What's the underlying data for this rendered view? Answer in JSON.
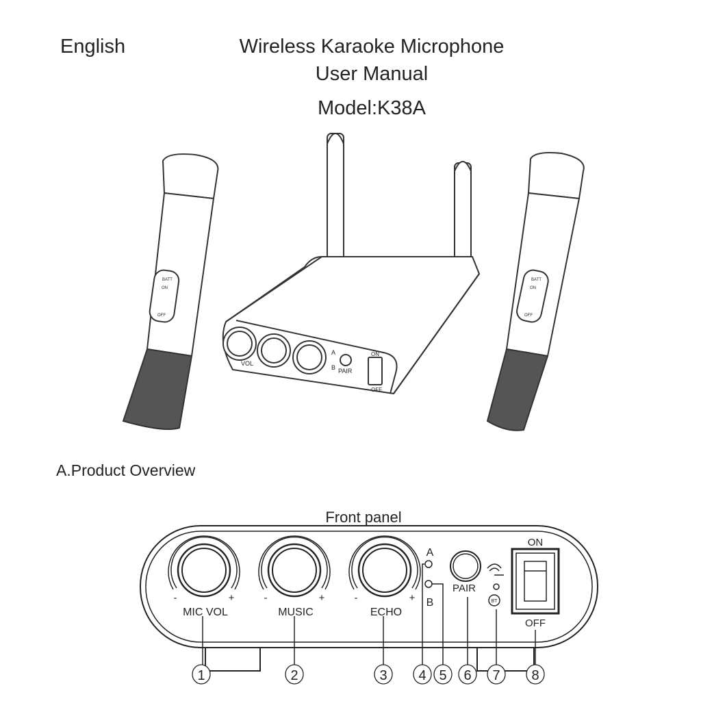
{
  "header": {
    "language": "English",
    "title_line1": "Wireless Karaoke Microphone",
    "title_line2": "User Manual",
    "model": "Model:K38A"
  },
  "illustration": {
    "mic_labels": {
      "batt": "BATT",
      "on": "ON",
      "off": "OFF"
    },
    "receiver_labels": {
      "vol": "VOL",
      "a": "A",
      "b": "B",
      "pair": "PAIR",
      "on": "ON",
      "off": "OFF"
    }
  },
  "section": {
    "title": "A.Product Overview"
  },
  "front_panel": {
    "title": "Front panel",
    "knobs": [
      {
        "label": "MIC VOL",
        "minus": "-",
        "plus": "+"
      },
      {
        "label": "MUSIC",
        "minus": "-",
        "plus": "+"
      },
      {
        "label": "ECHO",
        "minus": "-",
        "plus": "+"
      }
    ],
    "indicator_a": "A",
    "indicator_b": "B",
    "pair": "PAIR",
    "bt": "BT",
    "switch_on": "ON",
    "switch_off": "OFF",
    "callouts": [
      "1",
      "2",
      "3",
      "4",
      "5",
      "6",
      "7",
      "8"
    ]
  }
}
